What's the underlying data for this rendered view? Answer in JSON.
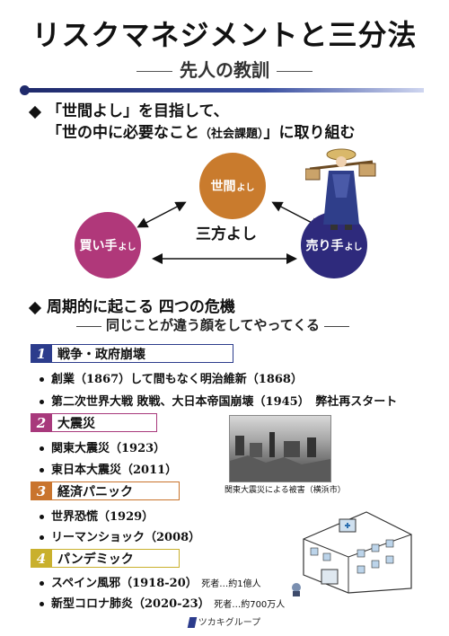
{
  "title": "リスクマネジメントと三分法",
  "subtitle": "先人の教訓",
  "section1": {
    "line1": "「世間よし」を目指して、",
    "line2_main": "「世の中に必要なこと",
    "line2_small": "（社会課題）",
    "line2_end": "」に取り組む"
  },
  "sanpo": {
    "center": "三方よし",
    "top": "世間",
    "left": "買い手",
    "right": "売り手",
    "suffix": "よし"
  },
  "section2": {
    "heading": "周期的に起こる 四つの危機",
    "sub": "同じことが違う顔をしてやってくる"
  },
  "crises": [
    {
      "num": "1",
      "label": "戦争・政府崩壊",
      "items": [
        {
          "text": "創業（1867）して間もなく明治維新（1868）",
          "note": ""
        },
        {
          "text": "第二次世界大戦 敗戦、大日本帝国崩壊（1945）　弊社再スタート",
          "note": ""
        }
      ]
    },
    {
      "num": "2",
      "label": "大震災",
      "items": [
        {
          "text": "関東大震災（1923）",
          "note": ""
        },
        {
          "text": "東日本大震災（2011）",
          "note": ""
        }
      ]
    },
    {
      "num": "3",
      "label": "経済パニック",
      "items": [
        {
          "text": "世界恐慌（1929）",
          "note": ""
        },
        {
          "text": "リーマンショック（2008）",
          "note": ""
        }
      ]
    },
    {
      "num": "4",
      "label": "パンデミック",
      "items": [
        {
          "text": "スペイン風邪（1918-20）",
          "note": "死者…約1億人"
        },
        {
          "text": "新型コロナ肺炎（2020-23）",
          "note": "死者…約700万人"
        }
      ]
    }
  ],
  "photo_caption": "関東大震災による被害（横浜市）",
  "footer": "ツカキグループ",
  "colors": {
    "navy": "#2c3c8c",
    "magenta": "#a8397c",
    "orange": "#c9742d",
    "gold": "#c9b02d"
  }
}
